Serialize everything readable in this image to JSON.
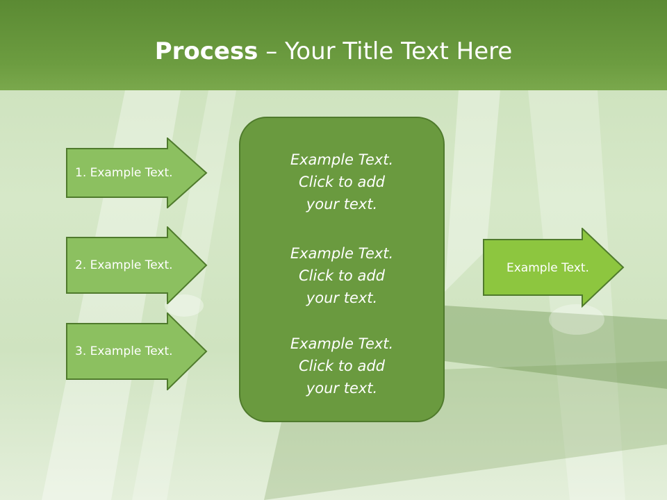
{
  "header": {
    "title_bold": "Process",
    "title_rest": " – Your Title Text Here"
  },
  "inputs": [
    {
      "label": "1. Example Text."
    },
    {
      "label": "2. Example Text."
    },
    {
      "label": "3. Example Text."
    }
  ],
  "center": {
    "blocks": [
      {
        "lines": [
          "Example Text.",
          "Click  to add",
          "your text."
        ]
      },
      {
        "lines": [
          "Example Text.",
          "Click  to add",
          "your text."
        ]
      },
      {
        "lines": [
          "Example Text.",
          "Click  to add",
          "your text."
        ]
      }
    ]
  },
  "output": {
    "label": "Example Text."
  },
  "colors": {
    "header": "#5b8a33",
    "input_arrow_fill": "#8cc060",
    "input_arrow_stroke": "#4f7a2c",
    "center_fill": "#6a9a3f",
    "output_arrow_fill": "#8dc63f"
  }
}
